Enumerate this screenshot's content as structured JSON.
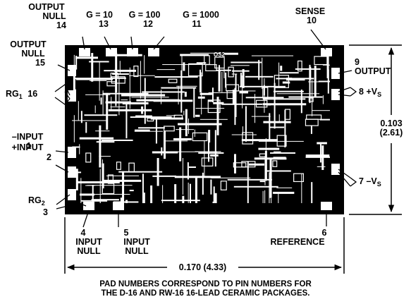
{
  "pads": {
    "p14": {
      "num": "14",
      "name_line1": "OUTPUT",
      "name_line2": "NULL"
    },
    "p13": {
      "num": "13",
      "name": "G = 10"
    },
    "p12": {
      "num": "12",
      "name": "G = 100"
    },
    "p11": {
      "num": "11",
      "name": "G = 1000"
    },
    "p10": {
      "num": "10",
      "name": "SENSE"
    },
    "p15": {
      "num": "15",
      "name_line1": "OUTPUT",
      "name_line2": "NULL"
    },
    "p16": {
      "num": "16",
      "name_main": "RG",
      "name_sub": "1"
    },
    "p1": {
      "num": "1",
      "name": "–INPUT"
    },
    "p2": {
      "num": "2",
      "name": "+INPUT"
    },
    "p3": {
      "num": "3",
      "name_main": "RG",
      "name_sub": "2"
    },
    "p4": {
      "num": "4",
      "name_line1": "INPUT",
      "name_line2": "NULL"
    },
    "p5": {
      "num": "5",
      "name_line1": "INPUT",
      "name_line2": "NULL"
    },
    "p6": {
      "num": "6",
      "name": "REFERENCE"
    },
    "p9": {
      "num": "9",
      "name": "OUTPUT"
    },
    "p8": {
      "num": "8",
      "name_main": "+V",
      "name_sub": "S"
    },
    "p7": {
      "num": "7",
      "name_main": "–V",
      "name_sub": "S"
    }
  },
  "dimensions": {
    "height_in": "0.103",
    "height_mm": "(2.61)",
    "width": "0.170 (4.33)"
  },
  "die_marking": "OS2",
  "footnote": {
    "line1": "PAD NUMBERS CORRESPOND TO PIN NUMBERS FOR",
    "line2": "THE D-16 AND RW-16 16-LEAD CERAMIC PACKAGES."
  }
}
